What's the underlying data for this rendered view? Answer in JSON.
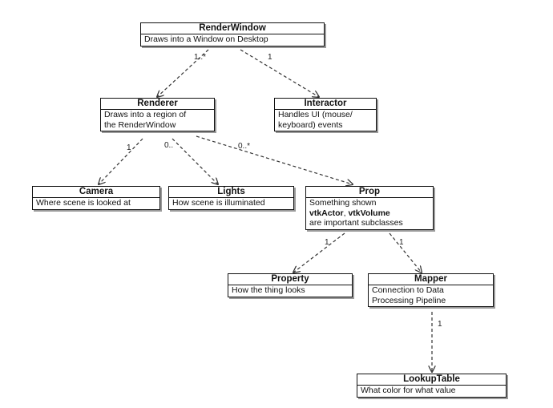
{
  "boxes": {
    "renderwindow": {
      "title": "RenderWindow",
      "desc": "Draws into a Window on Desktop"
    },
    "renderer": {
      "title": "Renderer",
      "desc_line1": "Draws into a region of",
      "desc_line2": "the RenderWindow"
    },
    "interactor": {
      "title": "Interactor",
      "desc_line1": "Handles UI (mouse/",
      "desc_line2": "keyboard) events"
    },
    "camera": {
      "title": "Camera",
      "desc": "Where scene is looked at"
    },
    "lights": {
      "title": "Lights",
      "desc": "How scene is illuminated"
    },
    "prop": {
      "title": "Prop",
      "desc_line1": "Something shown",
      "desc_bold1": "vtkActor",
      "desc_sep": ", ",
      "desc_bold2": "vtkVolume",
      "desc_line3": "are important subclasses"
    },
    "property": {
      "title": "Property",
      "desc": "How the thing looks"
    },
    "mapper": {
      "title": "Mapper",
      "desc_line1": "Connection to Data",
      "desc_line2": "Processing Pipeline"
    },
    "lookuptable": {
      "title": "LookupTable",
      "desc": "What color for what value"
    }
  },
  "multiplicities": {
    "rw_renderer": "1..*",
    "rw_interactor": "1",
    "ren_camera": "1",
    "ren_lights": "0..",
    "ren_prop": "0..*",
    "prop_property": "1",
    "prop_mapper": "1",
    "mapper_lookuptable": "1"
  },
  "colors": {
    "line": "#333333",
    "border": "#111111",
    "shadow": "#9a9a9a"
  }
}
